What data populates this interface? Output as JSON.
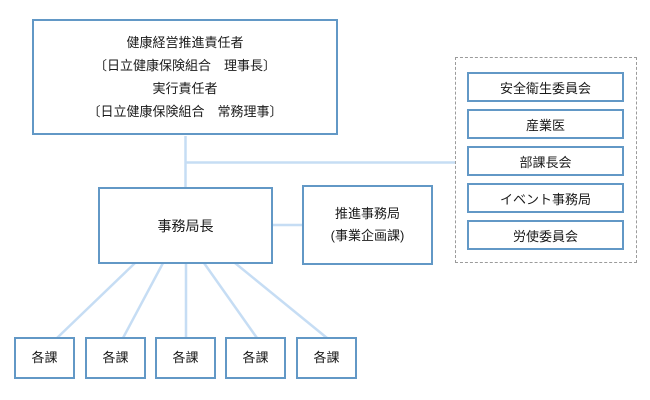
{
  "colors": {
    "box_border": "#6298c6",
    "connector": "#c6ddf4",
    "dashed_border": "#9b9b9b",
    "text": "#1a1a1a",
    "background": "#ffffff"
  },
  "org_chart": {
    "executive_box": {
      "lines": [
        "健康経営推進責任者",
        "〔日立健康保険組合　理事長〕",
        "実行責任者",
        "〔日立健康保険組合　常務理事〕"
      ]
    },
    "secretary_general_box": {
      "label": "事務局長"
    },
    "promotion_office_box": {
      "lines": [
        "推進事務局",
        "(事業企画課)"
      ]
    },
    "related_bodies": [
      "安全衛生委員会",
      "産業医",
      "部課長会",
      "イベント事務局",
      "労使委員会"
    ],
    "department_boxes": [
      "各課",
      "各課",
      "各課",
      "各課",
      "各課"
    ]
  }
}
